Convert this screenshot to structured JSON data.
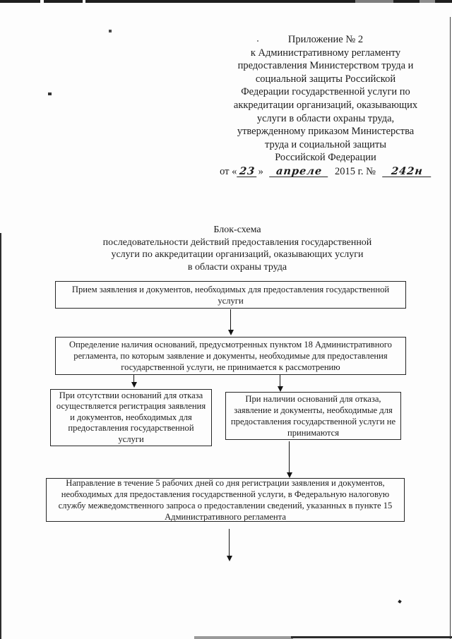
{
  "header": {
    "lines": [
      "Приложение № 2",
      "к Административному регламенту",
      "предоставления Министерством труда и",
      "социальной защиты Российской",
      "Федерации государственной услуги по",
      "аккредитации организаций, оказывающих",
      "услуги в области охраны труда,",
      "утвержденному приказом Министерства",
      "труда и социальной защиты",
      "Российской Федерации"
    ],
    "date": {
      "prefix": "от «",
      "day": "23",
      "after_day": "»",
      "month": "апреле",
      "middle": "2015 г. №",
      "number": "242н"
    }
  },
  "title": {
    "lines": [
      "Блок-схема",
      "последовательности действий предоставления государственной",
      "услуги по аккредитации организаций, оказывающих услуги",
      "в области охраны труда"
    ]
  },
  "flowchart": {
    "boxes": [
      {
        "text": "Прием заявления и документов, необходимых для предоставления государственной услуги"
      },
      {
        "text": "Определение наличия оснований, предусмотренных пунктом 18 Административного регламента, по которым заявление и документы, необходимые для предоставления государственной услуги, не принимается к рассмотрению"
      },
      {
        "text": "При отсутствии оснований для отказа осуществляется регистрация заявления и документов, необходимых для предоставления государственной услуги"
      },
      {
        "text": "При наличии оснований для отказа, заявление и документы, необходимые для предоставления государственной услуги не принимаются"
      },
      {
        "text": "Направление в течение 5 рабочих дней со дня регистрации заявления и документов, необходимых для предоставления государственной услуги, в Федеральную налоговую службу межведомственного запроса о предоставлении сведений, указанных в пункте 15 Административного регламента"
      }
    ]
  },
  "colors": {
    "ink": "#1c1c1c",
    "paper": "#fdfdfd"
  }
}
